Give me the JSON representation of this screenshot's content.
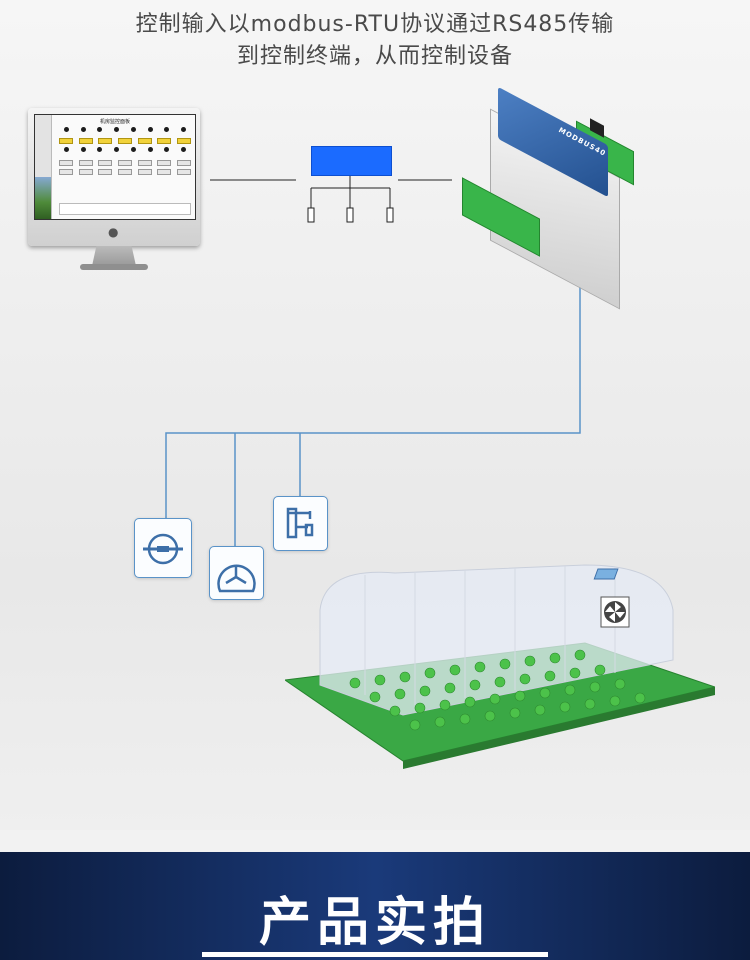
{
  "header": {
    "line1": "控制输入以modbus-RTU协议通过RS485传输",
    "line2": "到控制终端，从而控制设备"
  },
  "monitor": {
    "screen_title": "机房监控面板"
  },
  "module": {
    "brand_label": "MODBUS40"
  },
  "banner": {
    "title": "产品实拍"
  },
  "colors": {
    "converter": "#1b6bff",
    "wires": "#5a93c8",
    "banner_bg": "#14305f",
    "terminal_green": "#39b54a"
  },
  "icons": [
    "flow-meter-icon",
    "pressure-gauge-icon",
    "valve-icon",
    "fan-icon"
  ]
}
